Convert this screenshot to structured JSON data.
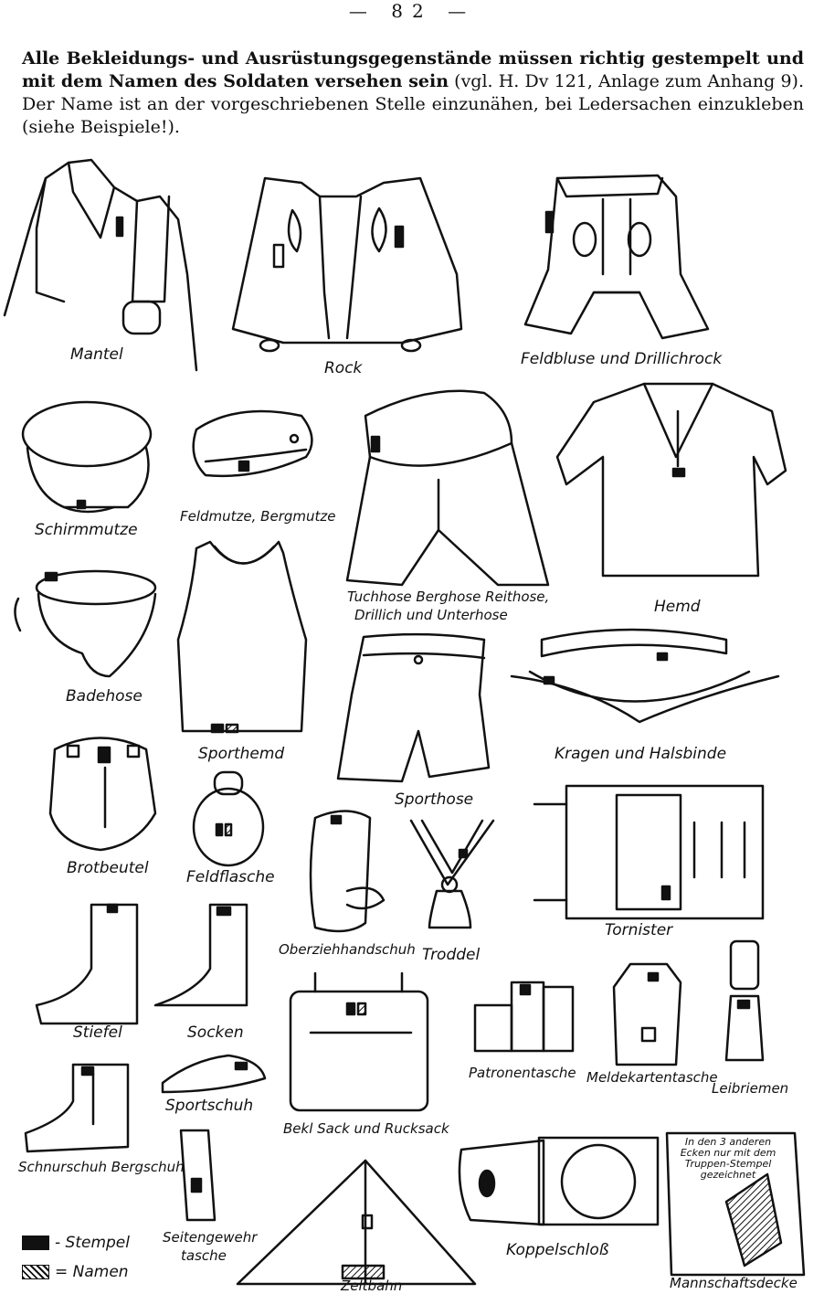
{
  "page": {
    "number": "— 82 —"
  },
  "intro": {
    "bold_text": "Alle Bekleidungs- und Ausrüstungsgegenstände müssen richtig gestempelt und mit dem Namen des Soldaten versehen sein",
    "normal_text": " (vgl. H. Dv 121, Anlage zum Anhang 9). Der Name ist an der vorgeschriebenen Stelle einzunähen, bei Ledersachen einzukleben (siehe Beispiele!)."
  },
  "items": {
    "mantel": "Mantel",
    "rock": "Rock",
    "feldbluse": "Feldbluse und Drillichrock",
    "schirmmuetze": "Schirmmutze",
    "feldmuetze": "Feldmutze, Bergmutze",
    "tuchhose_1": "Tuchhose Berghose Reithose,",
    "tuchhose_2": "Drillich und Unterhose",
    "hemd": "Hemd",
    "badehose": "Badehose",
    "sporthemd": "Sporthemd",
    "kragen": "Kragen und Halsbinde",
    "sporthose": "Sporthose",
    "brotbeutel": "Brotbeutel",
    "feldflasche": "Feldflasche",
    "handschuh": "Oberziehhandschuh",
    "troddel": "Troddel",
    "tornister": "Tornister",
    "stiefel": "Stiefel",
    "socken": "Socken",
    "bekl_sack": "Bekl Sack und Rucksack",
    "patronentasche": "Patronentasche",
    "meldekartentasche": "Meldekartentasche",
    "leibriemen": "Leibriemen",
    "sportschuh": "Sportschuh",
    "schnurschuh": "Schnurschuh Bergschuh",
    "seitengewehr_1": "Seitengewehr",
    "seitengewehr_2": "tasche",
    "zeltbahn": "Zeltbahn",
    "koppelschloss": "Koppelschloß",
    "mannschaftsdecke": "Mannschaftsdecke"
  },
  "book_note": "In den 3 anderen Ecken nur mit dem Truppen-Stempel gezeichnet",
  "legend": {
    "stempel": "- Stempel",
    "namen": "= Namen"
  },
  "colors": {
    "ink": "#111111",
    "paper": "#ffffff"
  }
}
